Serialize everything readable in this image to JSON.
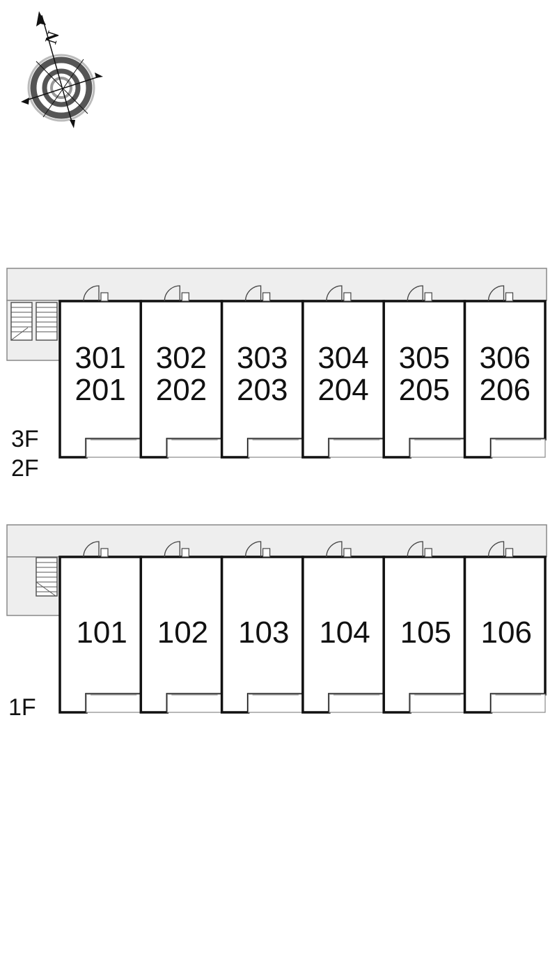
{
  "compass": {
    "north_label": "N",
    "icon": "north-arrow-compass-icon"
  },
  "upper_block": {
    "floor_labels": [
      "3F",
      "2F"
    ],
    "units": [
      {
        "top": "301",
        "bottom": "201"
      },
      {
        "top": "302",
        "bottom": "202"
      },
      {
        "top": "303",
        "bottom": "203"
      },
      {
        "top": "304",
        "bottom": "204"
      },
      {
        "top": "305",
        "bottom": "205"
      },
      {
        "top": "306",
        "bottom": "206"
      }
    ]
  },
  "lower_block": {
    "floor_labels": [
      "1F"
    ],
    "units": [
      {
        "top": "101"
      },
      {
        "top": "102"
      },
      {
        "top": "103"
      },
      {
        "top": "104"
      },
      {
        "top": "105"
      },
      {
        "top": "106"
      }
    ]
  },
  "colors": {
    "corridor_fill": "#eeeeee",
    "wall": "#111111",
    "thin_line": "#888888",
    "compass_ring": "#555555"
  }
}
